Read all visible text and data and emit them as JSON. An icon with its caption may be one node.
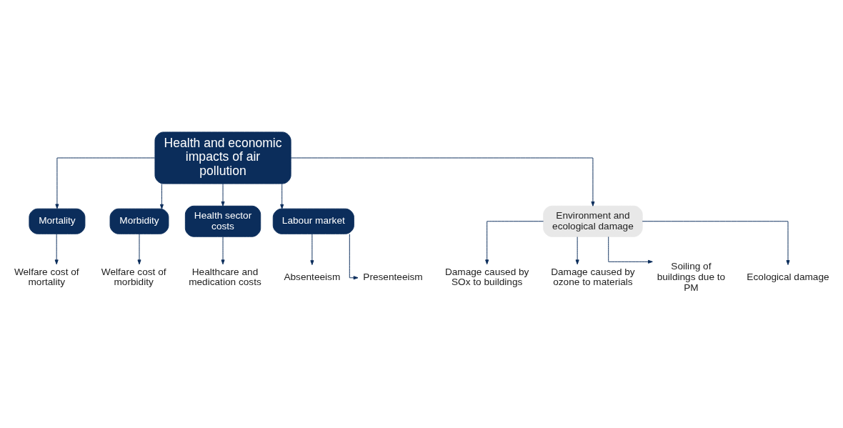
{
  "diagram": {
    "nodes": [
      {
        "text": [
          "Health and economic impacts of air pollution"
        ]
      },
      {
        "text": [
          "Mortality"
        ]
      },
      {
        "text": [
          "Morbidity"
        ]
      },
      {
        "text": [
          "Health sector costs"
        ]
      },
      {
        "text": [
          "Labour market"
        ]
      },
      {
        "text": [
          "Environment and ecological damage"
        ]
      },
      {
        "text": [
          "Welfare cost of mortality"
        ]
      },
      {
        "text": [
          "Welfare cost of morbidity"
        ]
      },
      {
        "text": [
          "Healthcare and medication costs"
        ]
      },
      {
        "text": [
          "Absenteeism"
        ]
      },
      {
        "text": [
          "Presenteeism"
        ]
      },
      {
        "text": [
          "Damage caused by SOx to buildings"
        ]
      },
      {
        "text": [
          "Damage caused by ozone to materials"
        ]
      },
      {
        "text": [
          "Soiling of buildings due to PM"
        ]
      },
      {
        "text": [
          "Ecological damage"
        ]
      }
    ],
    "edges": [
      {
        "from": 0,
        "to": 1,
        "arrow": "to"
      },
      {
        "from": 0,
        "to": 2,
        "arrow": "to"
      },
      {
        "from": 0,
        "to": 3,
        "arrow": "to"
      },
      {
        "from": 0,
        "to": 4,
        "arrow": "to"
      },
      {
        "from": 0,
        "to": 5,
        "arrow": "to"
      },
      {
        "from": 1,
        "to": 6,
        "arrow": "to"
      },
      {
        "from": 2,
        "to": 7,
        "arrow": "to"
      },
      {
        "from": 3,
        "to": 8,
        "arrow": "to"
      },
      {
        "from": 4,
        "to": 9,
        "arrow": "to"
      },
      {
        "from": 4,
        "to": 10,
        "arrow": "to"
      },
      {
        "from": 5,
        "to": 11,
        "arrow": "to"
      },
      {
        "from": 5,
        "to": 12,
        "arrow": "to"
      },
      {
        "from": 5,
        "to": 13,
        "arrow": "to"
      },
      {
        "from": 5,
        "to": 14,
        "arrow": "to"
      }
    ]
  }
}
